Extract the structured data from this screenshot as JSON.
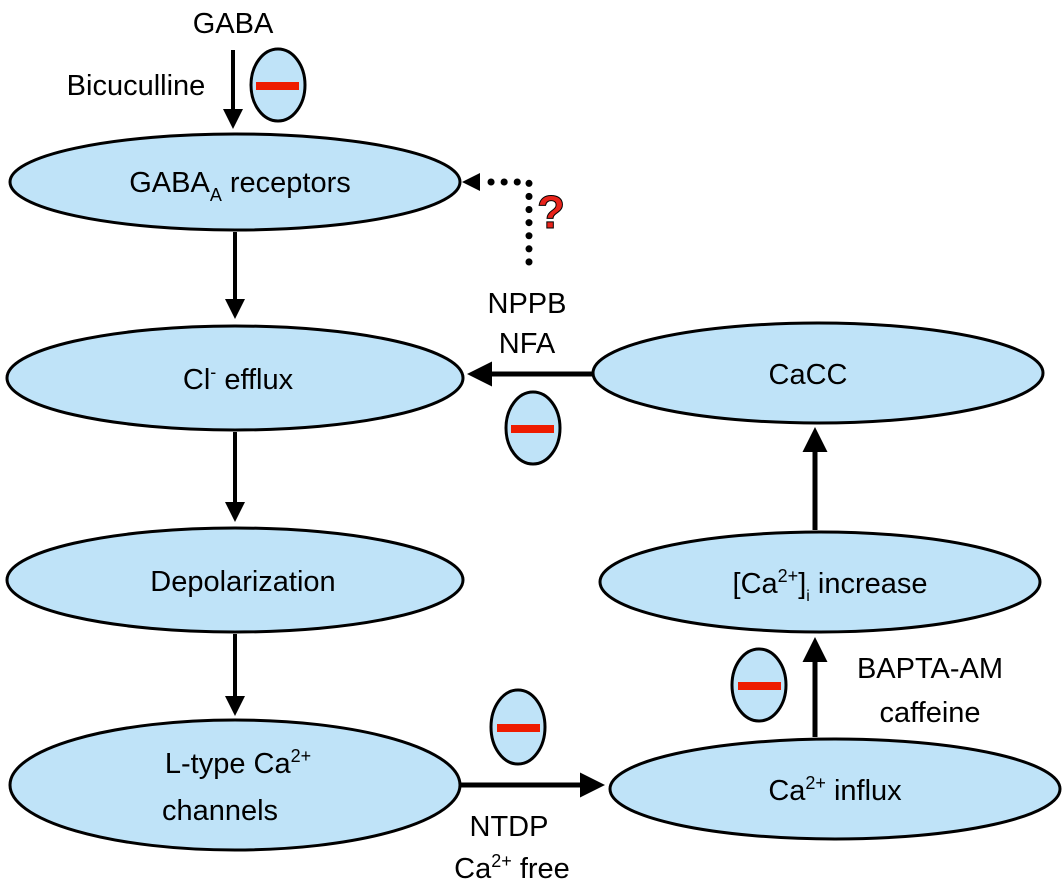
{
  "title": "GABA-A receptor / CaCC signaling pathway",
  "colors": {
    "node_fill": "#bfe3f8",
    "inhibitor_bar": "#ee1c00",
    "question_mark": "#e8231b",
    "stroke": "#000000"
  },
  "top_input": {
    "label": "GABA"
  },
  "nodes": {
    "gabaa": {
      "main": "GABA",
      "sub": "A",
      "rest": " receptors"
    },
    "cl_efflux": {
      "main": "Cl",
      "sup": "-",
      "rest": " efflux"
    },
    "depolarization": {
      "label": "Depolarization"
    },
    "ltype": {
      "line1_main": "L-type Ca",
      "line1_sup": "2+",
      "line2": "channels"
    },
    "cacc": {
      "label": "CaCC"
    },
    "ca_increase": {
      "pre": "[Ca",
      "sup": "2+",
      "mid": "]",
      "sub": "i",
      "rest": " increase"
    },
    "ca_influx": {
      "main": "Ca",
      "sup": "2+",
      "rest": " influx"
    }
  },
  "inhibitors": {
    "bicuculline": {
      "label": "Bicuculline",
      "symbol": "minus"
    },
    "nppb_nfa": {
      "line1": "NPPB",
      "line2": "NFA",
      "symbol": "minus"
    },
    "ntdp": {
      "line1": "NTDP",
      "line2_main": "Ca",
      "line2_sup": "2+",
      "line2_rest": " free",
      "symbol": "minus"
    },
    "bapta": {
      "line1": "BAPTA-AM",
      "line2": "caffeine",
      "symbol": "minus"
    }
  },
  "unknown_link": {
    "symbol": "?"
  },
  "edges": [
    {
      "from": "GABA",
      "to": "GABAA receptors",
      "style": "solid"
    },
    {
      "from": "GABAA receptors",
      "to": "Cl- efflux",
      "style": "solid"
    },
    {
      "from": "Cl- efflux",
      "to": "Depolarization",
      "style": "solid"
    },
    {
      "from": "Depolarization",
      "to": "L-type Ca2+ channels",
      "style": "solid"
    },
    {
      "from": "L-type Ca2+ channels",
      "to": "Ca2+ influx",
      "style": "solid"
    },
    {
      "from": "Ca2+ influx",
      "to": "[Ca2+]i increase",
      "style": "solid"
    },
    {
      "from": "[Ca2+]i increase",
      "to": "CaCC",
      "style": "solid"
    },
    {
      "from": "CaCC",
      "to": "Cl- efflux",
      "style": "solid"
    },
    {
      "from": "unknown",
      "to": "GABAA receptors",
      "style": "dotted"
    }
  ]
}
